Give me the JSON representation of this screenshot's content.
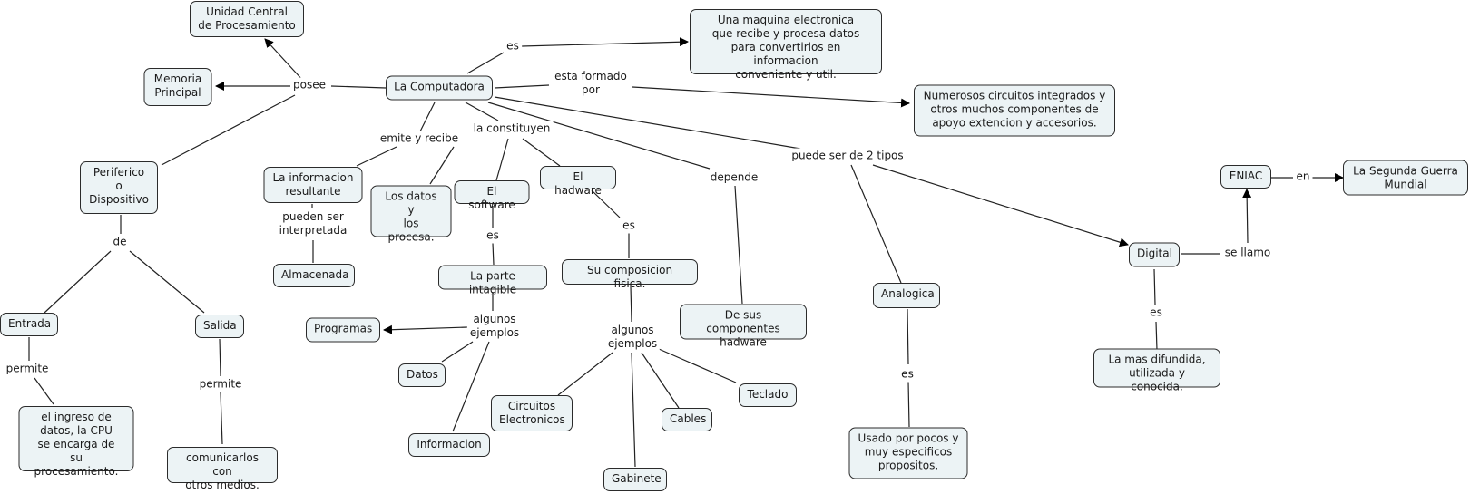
{
  "concept_map": {
    "nodes": {
      "computadora": "La Computadora",
      "ucp": "Unidad Central\nde Procesamiento",
      "memoria": "Memoria\nPrincipal",
      "maquina": "Una maquina electronica\nque recibe y procesa datos\npara convertirlos en informacion\nconveniente y util.",
      "circuitos_int": "Numerosos circuitos integrados y\notros muchos componentes de\napoyo extencion y accesorios.",
      "periferico": "Periferico\no\nDispositivo",
      "entrada": "Entrada",
      "salida": "Salida",
      "ingreso": "el ingreso de\ndatos, la CPU\nse encarga de\nsu procesamiento.",
      "comunicarlos": "comunicarlos con\notros medios.",
      "info_resultante": "La informacion\nresultante",
      "almacenada": "Almacenada",
      "los_datos": "Los datos\ny\nlos procesa.",
      "software": "El software",
      "hardware": "El hadware",
      "intagible": "La parte intagible",
      "programas": "Programas",
      "datos": "Datos",
      "informacion": "Informacion",
      "composicion": "Su composicion fisica.",
      "circuitos_elec": "Circuitos\nElectronicos",
      "gabinete": "Gabinete",
      "cables": "Cables",
      "teclado": "Teclado",
      "componentes_hw": "De sus componentes\nhadware",
      "analogica": "Analogica",
      "usado": "Usado por pocos y\nmuy especificos\npropositos.",
      "digital": "Digital",
      "difundida": "La mas difundida,\nutilizada y conocida.",
      "eniac": "ENIAC",
      "guerra": "La Segunda Guerra\nMundial"
    },
    "links": {
      "posee": "posee",
      "es_main": "es",
      "esta_formado": "esta formado\npor",
      "emite": "emite y recibe",
      "constituyen": "la constituyen",
      "depende": "depende",
      "dos_tipos": "puede ser de 2 tipos",
      "de": "de",
      "permite_entrada": "permite",
      "permite_salida": "permite",
      "interpretada": "pueden ser\ninterpretada",
      "es_software": "es",
      "es_hardware": "es",
      "ejemplos_sw": "algunos\nejemplos",
      "ejemplos_hw": "algunos\nejemplos",
      "es_analogica": "es",
      "es_digital": "es",
      "se_llamo": "se llamo",
      "en": "en"
    }
  }
}
